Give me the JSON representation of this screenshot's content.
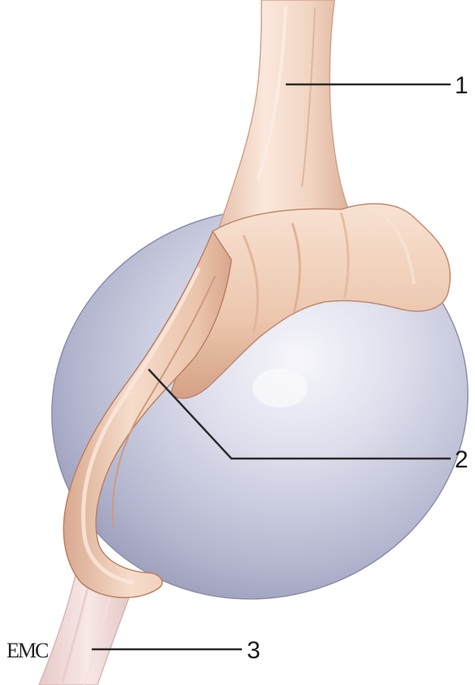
{
  "figure": {
    "callouts": [
      {
        "id": "1",
        "label": "1"
      },
      {
        "id": "2",
        "label": "2"
      },
      {
        "id": "3",
        "label": "3"
      }
    ],
    "logo_text": "EMC",
    "colors": {
      "testis_light": "#eceef6",
      "testis_mid": "#c4c6dc",
      "testis_dark": "#8e90ae",
      "epididymis_light": "#f6ddcc",
      "epididymis_mid": "#e9bfa6",
      "epididymis_dark": "#c9937a",
      "cord_light": "#fbe9de",
      "cord_mid": "#efd1bf",
      "ligament": "#f1dada",
      "leader_line": "#2a2a2a"
    }
  }
}
